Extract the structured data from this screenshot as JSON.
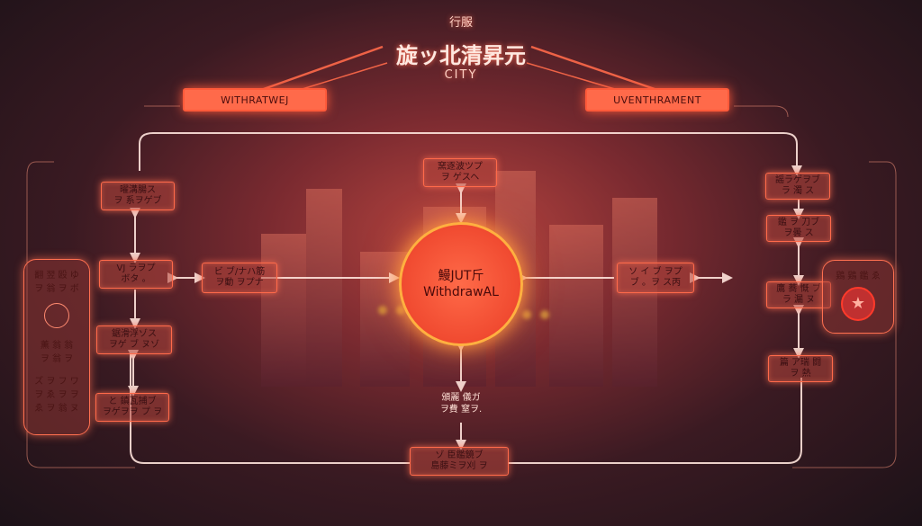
{
  "header": {
    "top_small": "行服",
    "main_title": "旋ッ北清昇元",
    "subtitle": "CITY"
  },
  "tags": {
    "left": "WITHRATWEJ",
    "right": "UVENTHRAMENT"
  },
  "hub": {
    "line1": "鰻JUT斤",
    "line2": "WithdrawAL"
  },
  "nodes": {
    "top_center": [
      "窯逐波ツプ",
      "ヲ ゲスヘ"
    ],
    "left_1": [
      "曜溝腸ス",
      "ヲ 系ヲゲブ"
    ],
    "left_mid": [
      "VJ ラヲプ",
      "ボタ 。"
    ],
    "left_2": [
      "鋸滑浮ゾス",
      "ヲゲ ブ ヌゾ"
    ],
    "left_3": [
      "と 鎮瓦捕ブ",
      "ヲゲヲヲ プ ヲ"
    ],
    "center_left": [
      "ビ ブ/ナハ筋",
      "ヲ動 ヲプナ"
    ],
    "center_right": [
      "ソ イ ブ ヲプ",
      "ブ 。ヲ ス丙"
    ],
    "bottom_center": [
      "ゾ 臣鑑鏡ブ",
      "島藤ミヲ刈 ヲ"
    ],
    "below_hub": [
      "頒麗 儀ガ",
      "ヲ費 窒ヲ."
    ],
    "right_1": [
      "謡ラゲヲブ",
      "ラ 濁 ス"
    ],
    "right_2": [
      "鑑 ヲ 刀ブ",
      "ヲ曇 ス"
    ],
    "right_3": [
      "鷹 蕎 慨 ブ",
      "ラ 漏 ヌ"
    ],
    "right_4": [
      "篇 ア瑞 闘",
      "ヲ 熱"
    ]
  },
  "left_panel": [
    "翻 翌 殴 ゆ",
    "ヲ 翁 ヲ ボ",
    "薫 翁 翁",
    "ヲ 翁 ヲ",
    "ズ ヲ フ ワ",
    "ヲ ゑ ヲ ヲ",
    "ゑ ヲ 翁 ヌ"
  ],
  "right_panel": [
    "鶏 鶏 鑑 ゑ"
  ],
  "colors": {
    "accent": "#ff6a4a",
    "hub_ring": "#ffb040",
    "line": "#ffe4dc"
  }
}
